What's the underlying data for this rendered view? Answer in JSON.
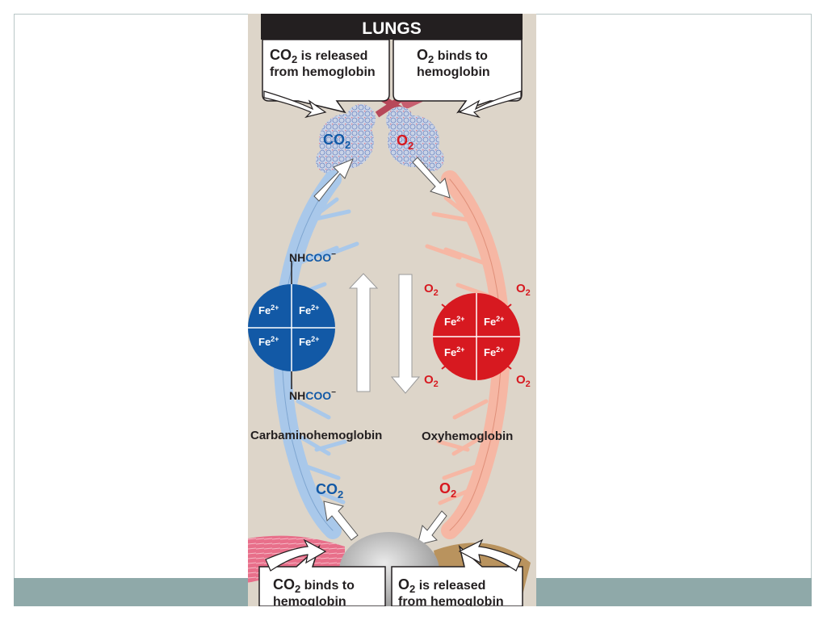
{
  "colors": {
    "panel_bg": "#ddd5c9",
    "frame_border": "#b9c7c7",
    "footer_band": "#8fa9a9",
    "header_bg": "#231f20",
    "co2_blue": "#1259a6",
    "o2_red": "#d71920",
    "vein_blue": "#a9c8ea",
    "artery_pink": "#f6b7a4",
    "text_dark": "#231f20"
  },
  "header": {
    "title": "LUNGS"
  },
  "top_callouts": {
    "left": {
      "formula": "CO",
      "sub": "2",
      "line1_rest": " is released",
      "line2": "from hemoglobin"
    },
    "right": {
      "formula": "O",
      "sub": "2",
      "line1_rest": " binds to",
      "line2": "hemoglobin"
    }
  },
  "bottom_callouts": {
    "left": {
      "formula": "CO",
      "sub": "2",
      "line1_rest": " binds to",
      "line2": "hemoglobin"
    },
    "right": {
      "formula": "O",
      "sub": "2",
      "line1_rest": " is released",
      "line2": "from hemoglobin"
    }
  },
  "molecules": {
    "co2": {
      "base": "CO",
      "sub": "2"
    },
    "o2": {
      "base": "O",
      "sub": "2"
    }
  },
  "carbamino": {
    "group_prefix": "NH",
    "group_suffix": "COO",
    "charge": "−",
    "iron": "Fe",
    "iron_charge": "2+",
    "label": "Carbaminohemoglobin"
  },
  "oxy": {
    "iron": "Fe",
    "iron_charge": "2+",
    "ligand_base": "O",
    "ligand_sub": "2",
    "label": "Oxyhemoglobin"
  }
}
